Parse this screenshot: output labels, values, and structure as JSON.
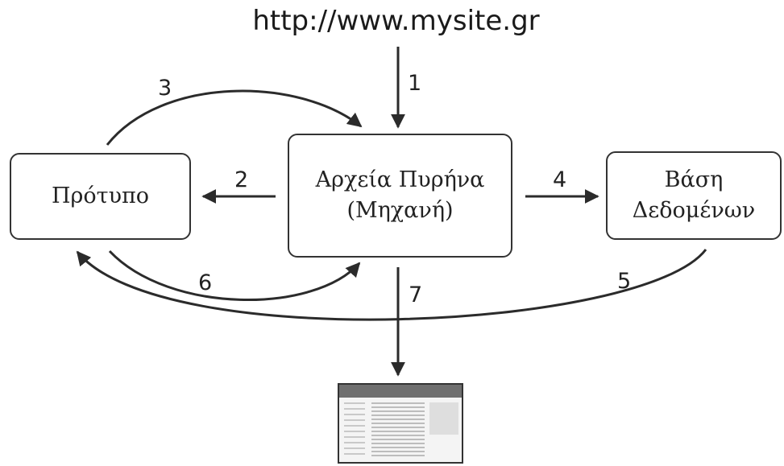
{
  "url": "http://www.mysite.gr",
  "boxes": {
    "template": {
      "label": "Πρότυπο"
    },
    "core": {
      "line1": "Αρχεία Πυρήνα",
      "line2": "(Μηχανή)"
    },
    "database": {
      "line1": "Βάση",
      "line2": "Δεδομένων"
    }
  },
  "steps": [
    "1",
    "2",
    "3",
    "4",
    "5",
    "6",
    "7"
  ],
  "output_icon": "webpage-screenshot-icon"
}
